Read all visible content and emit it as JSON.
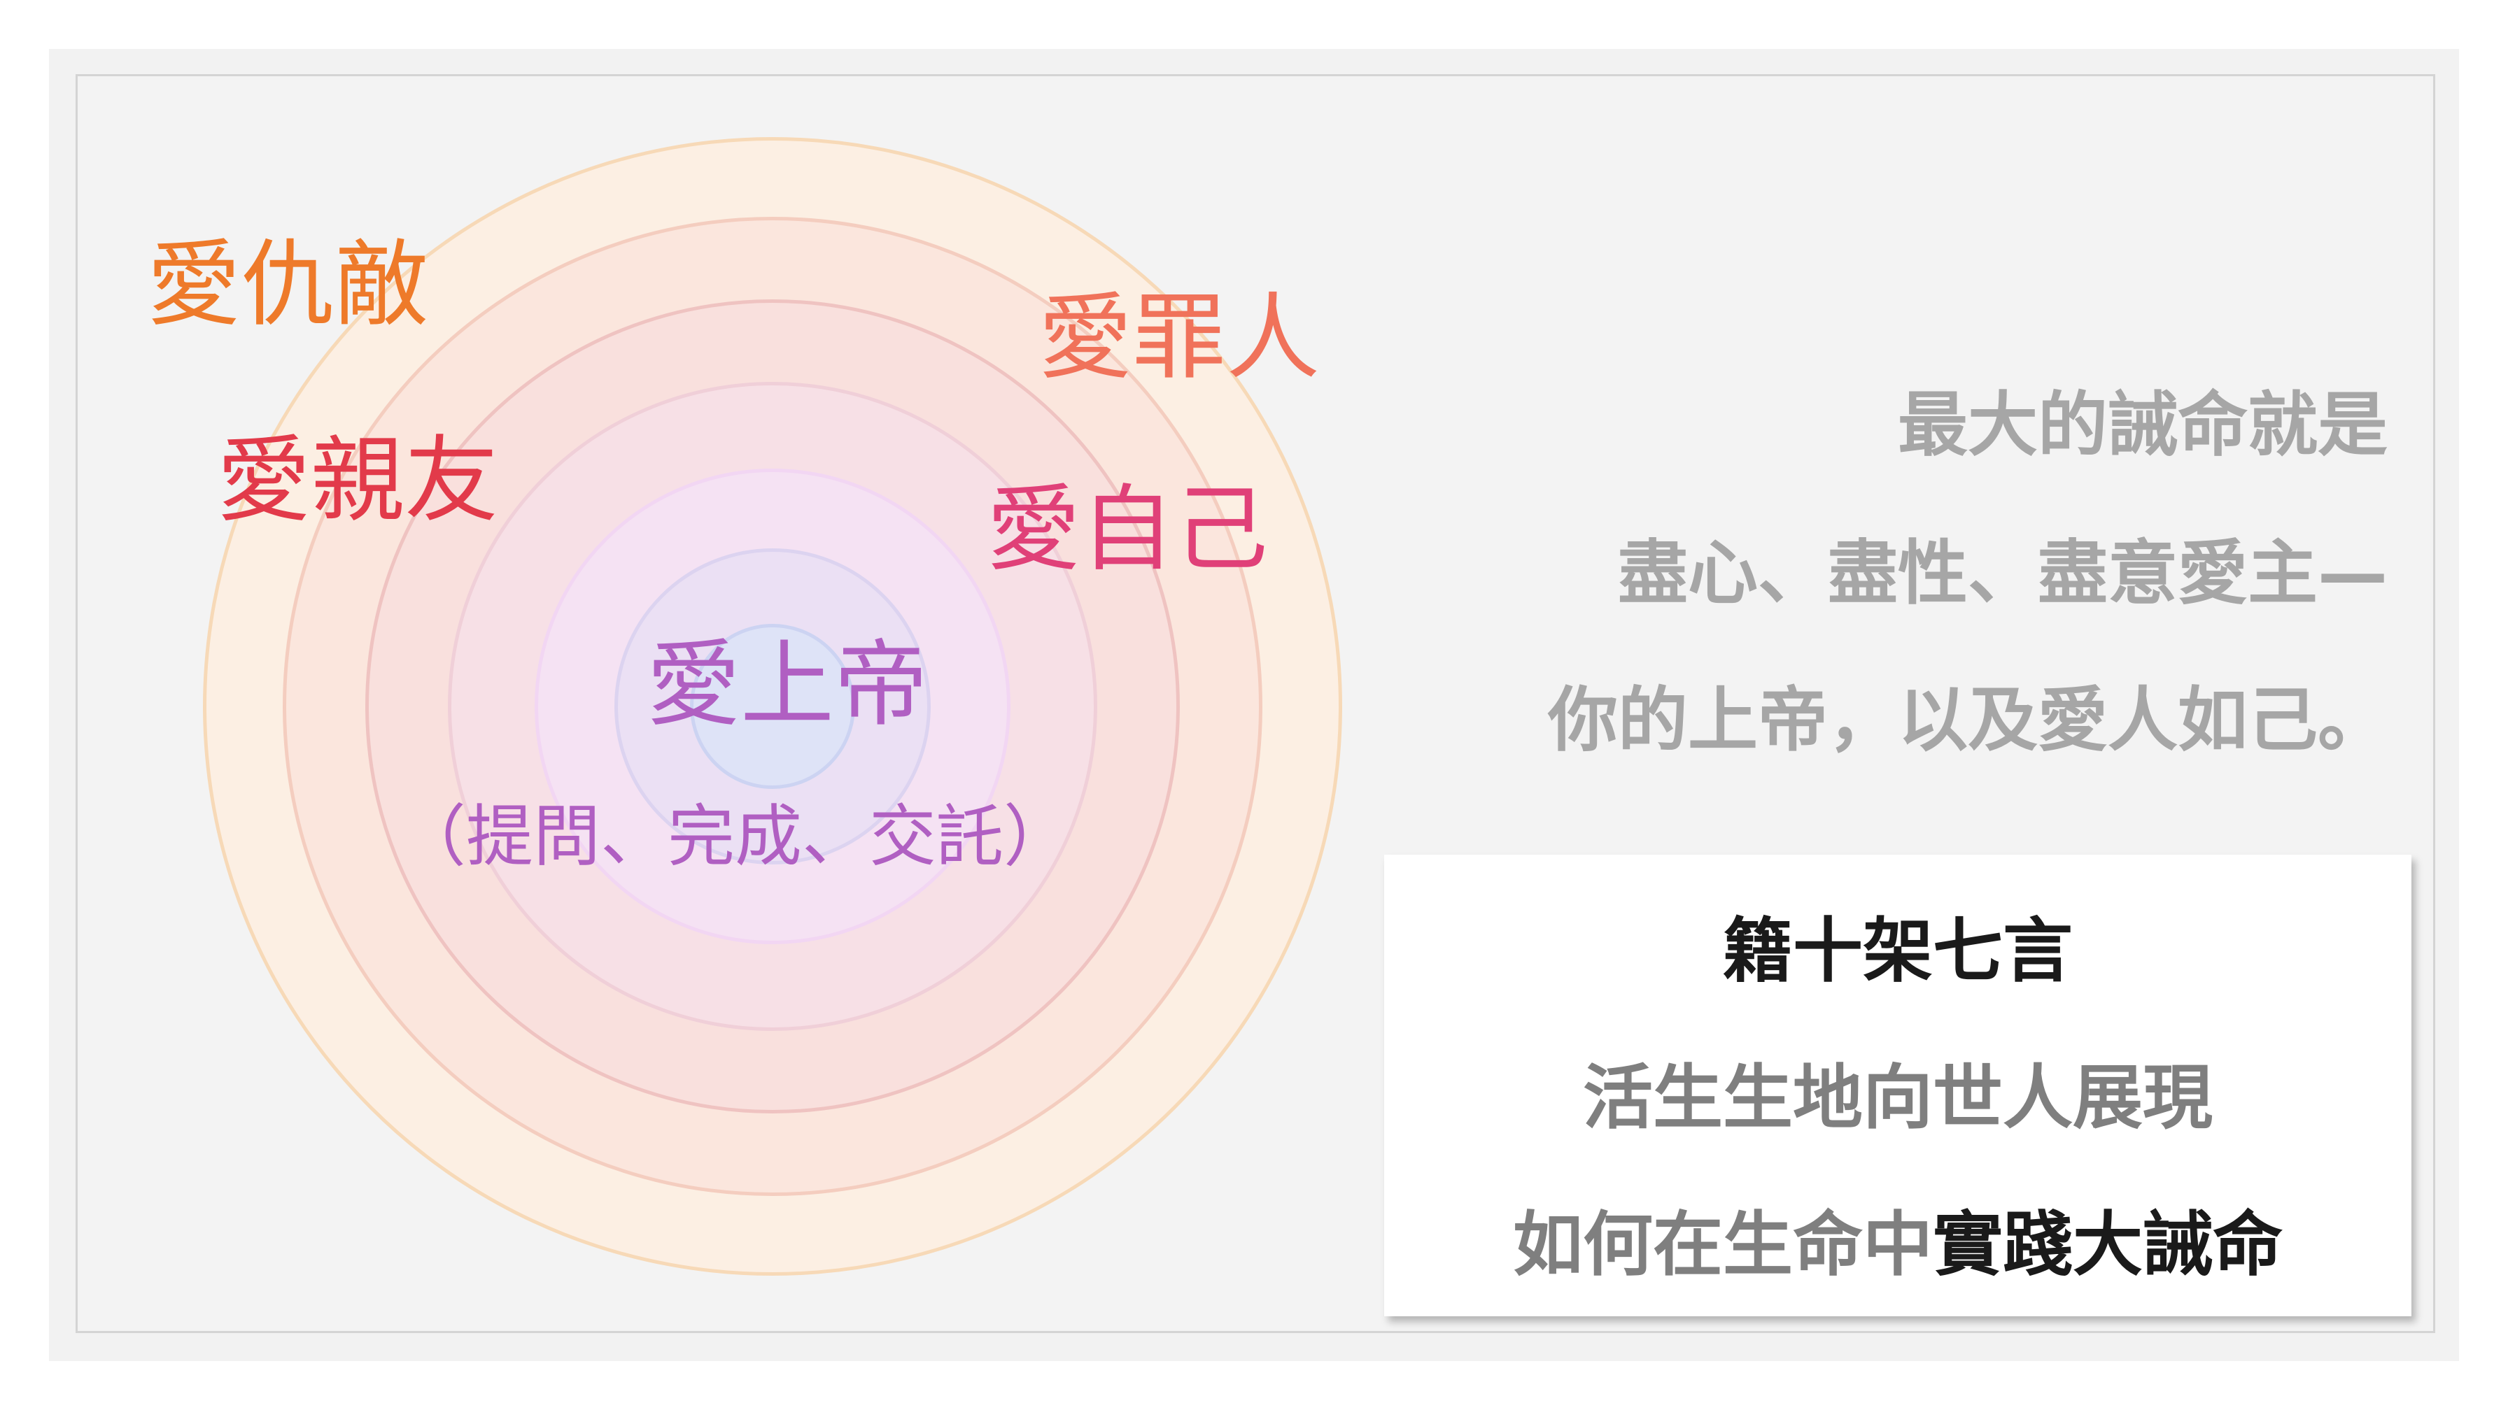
{
  "diagram": {
    "center_label": "愛上帝",
    "center_sublabel": "（提問、完成、交託）",
    "labels": {
      "love_self": "愛自己",
      "love_sinners": "愛罪人",
      "love_friends": "愛親友",
      "love_enemies": "愛仇敵"
    },
    "colors": {
      "center": "#b05fc2",
      "love_self": "#e04078",
      "love_sinners": "#f0725a",
      "love_friends": "#e23a4a",
      "love_enemies": "#ee7a2a"
    }
  },
  "commandment": {
    "line1": "最大的誡命就是",
    "line2": "盡心、盡性、盡意愛主—",
    "line3": "你的上帝，以及愛人如己。"
  },
  "card": {
    "line1_part1": "籍",
    "line1_part2": "十架七言",
    "line2": "活生生地向世人展現",
    "line3_part1": "如何在生命中",
    "line3_part2": "實踐大誡命"
  }
}
